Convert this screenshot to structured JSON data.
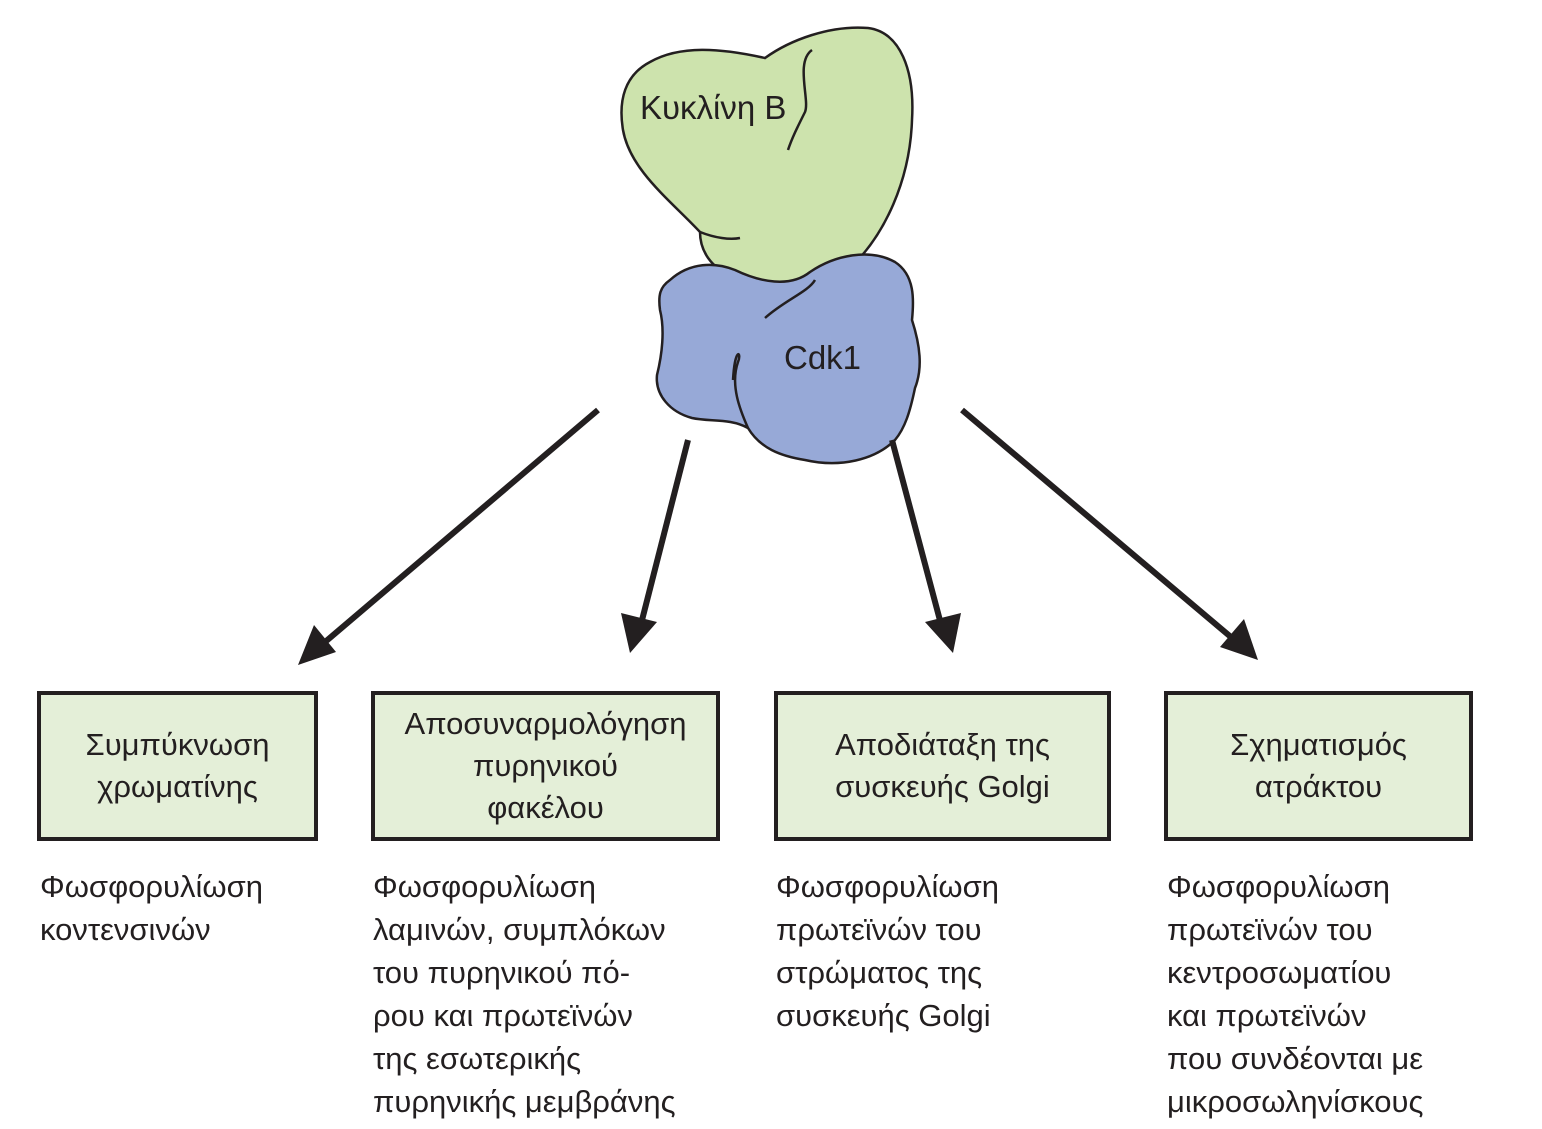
{
  "complex": {
    "cyclin_label": "Κυκλίνη Β",
    "cdk_label": "Cdk1",
    "cyclin_color": "#cde3ad",
    "cdk_color": "#97a9d7",
    "outline_color": "#231f20"
  },
  "targets": [
    {
      "process": "Συμπύκνωση\nχρωματίνης",
      "mechanism": "Φωσφορυλίωση\nκοντενσινών"
    },
    {
      "process": "Αποσυναρμολόγηση\nπυρηνικού\nφακέλου",
      "mechanism": "Φωσφορυλίωση\nλαμινών, συμπλόκων\nτου πυρηνικού πό-\nρου και πρωτεϊνών\nτης εσωτερικής\nπυρηνικής μεμβράνης"
    },
    {
      "process": "Αποδιάταξη της\nσυσκευής Golgi",
      "mechanism": "Φωσφορυλίωση\nπρωτεϊνών του\nστρώματος της\nσυσκευής Golgi"
    },
    {
      "process": "Σχηματισμός\nατράκτου",
      "mechanism": "Φωσφορυλίωση\nπρωτεϊνών του\nκεντροσωματίου\nκαι πρωτεϊνών\nπου συνδέονται με\nμικροσωληνίσκους"
    }
  ],
  "box_fill_color": "#e4efd8"
}
